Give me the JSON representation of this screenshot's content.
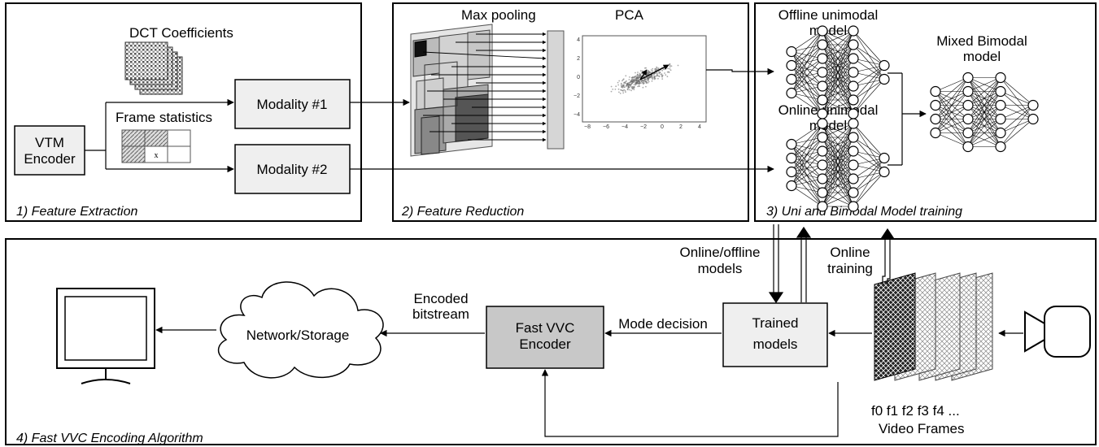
{
  "panels": {
    "p1": {
      "label": "1) Feature Extraction"
    },
    "p2": {
      "label": "2) Feature Reduction"
    },
    "p3": {
      "label": "3) Uni and Bimodal Model training"
    },
    "p4": {
      "label": "4) Fast VVC Encoding Algorithm"
    }
  },
  "p1": {
    "dct_label": "DCT Coefficients",
    "encoder_line1": "VTM",
    "encoder_line2": "Encoder",
    "frame_stats_label": "Frame statistics",
    "modality1": "Modality #1",
    "modality2": "Modality #2",
    "stats_cell": "x"
  },
  "p2": {
    "maxpool_label": "Max pooling",
    "pca_label": "PCA",
    "pca_x_ticks": [
      "−8",
      "−6",
      "−4",
      "−2",
      "0",
      "2",
      "4"
    ],
    "pca_y_ticks": [
      "4",
      "2",
      "0",
      "−2",
      "−4"
    ]
  },
  "p3": {
    "offline_line1": "Offline unimodal",
    "offline_line2": "model",
    "online_line1": "Online unimodal",
    "online_line2": "model",
    "mixed_line1": "Mixed Bimodal",
    "mixed_line2": "model"
  },
  "p4": {
    "online_offline_line1": "Online/offline",
    "online_offline_line2": "models",
    "online_training_line1": "Online",
    "online_training_line2": "training",
    "encoded_line1": "Encoded",
    "encoded_line2": "bitstream",
    "network": "Network/Storage",
    "fast_line1": "Fast VVC",
    "fast_line2": "Encoder",
    "mode_decision": "Mode decision",
    "trained_line1": "Trained",
    "trained_line2": "models",
    "frames_labels": "f0 f1 f2 f3 f4 ...",
    "video_frames": "Video Frames"
  },
  "colors": {
    "box_fill": "#efefef",
    "encoder_fill": "#c8c8c8",
    "stroke": "#000000"
  }
}
